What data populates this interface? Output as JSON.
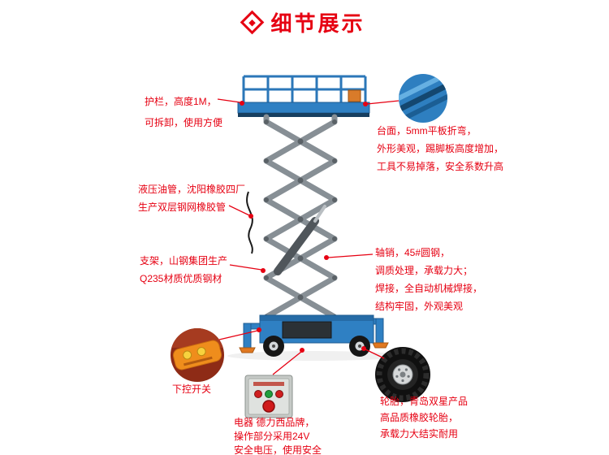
{
  "page": {
    "title": "细节展示"
  },
  "colors": {
    "accent_red": "#e60012",
    "machine_blue": "#2f80c3",
    "scissor_gray": "#878f95",
    "outrigger_orange": "#e07820"
  },
  "callouts": {
    "guardrail": {
      "lines": [
        "护栏，高度1M，",
        "可拆卸，使用方便"
      ]
    },
    "platform": {
      "lines": [
        "台面，5mm平板折弯，",
        "外形美观，踢脚板高度增加，",
        "工具不易掉落，安全系数升高"
      ]
    },
    "hydraulic_hose": {
      "lines": [
        "液压油管，沈阳橡胶四厂",
        "生产双层钢网橡胶管"
      ]
    },
    "bracket": {
      "lines": [
        "支架，山钢集团生产",
        "Q235材质优质钢材"
      ]
    },
    "axle_pin": {
      "lines": [
        "轴销，45#圆钢，",
        "调质处理，承载力大；",
        "焊接，全自动机械焊接，",
        "结构牢固，外观美观"
      ]
    },
    "lower_control_switch": {
      "label": "下控开关"
    },
    "electric": {
      "lines": [
        "电器 德力西品牌，",
        "操作部分采用24V",
        "安全电压，使用安全"
      ]
    },
    "tire": {
      "lines": [
        "轮胎，青岛双星产品",
        "高品质橡胶轮胎，",
        "承载力大结实耐用"
      ]
    }
  }
}
